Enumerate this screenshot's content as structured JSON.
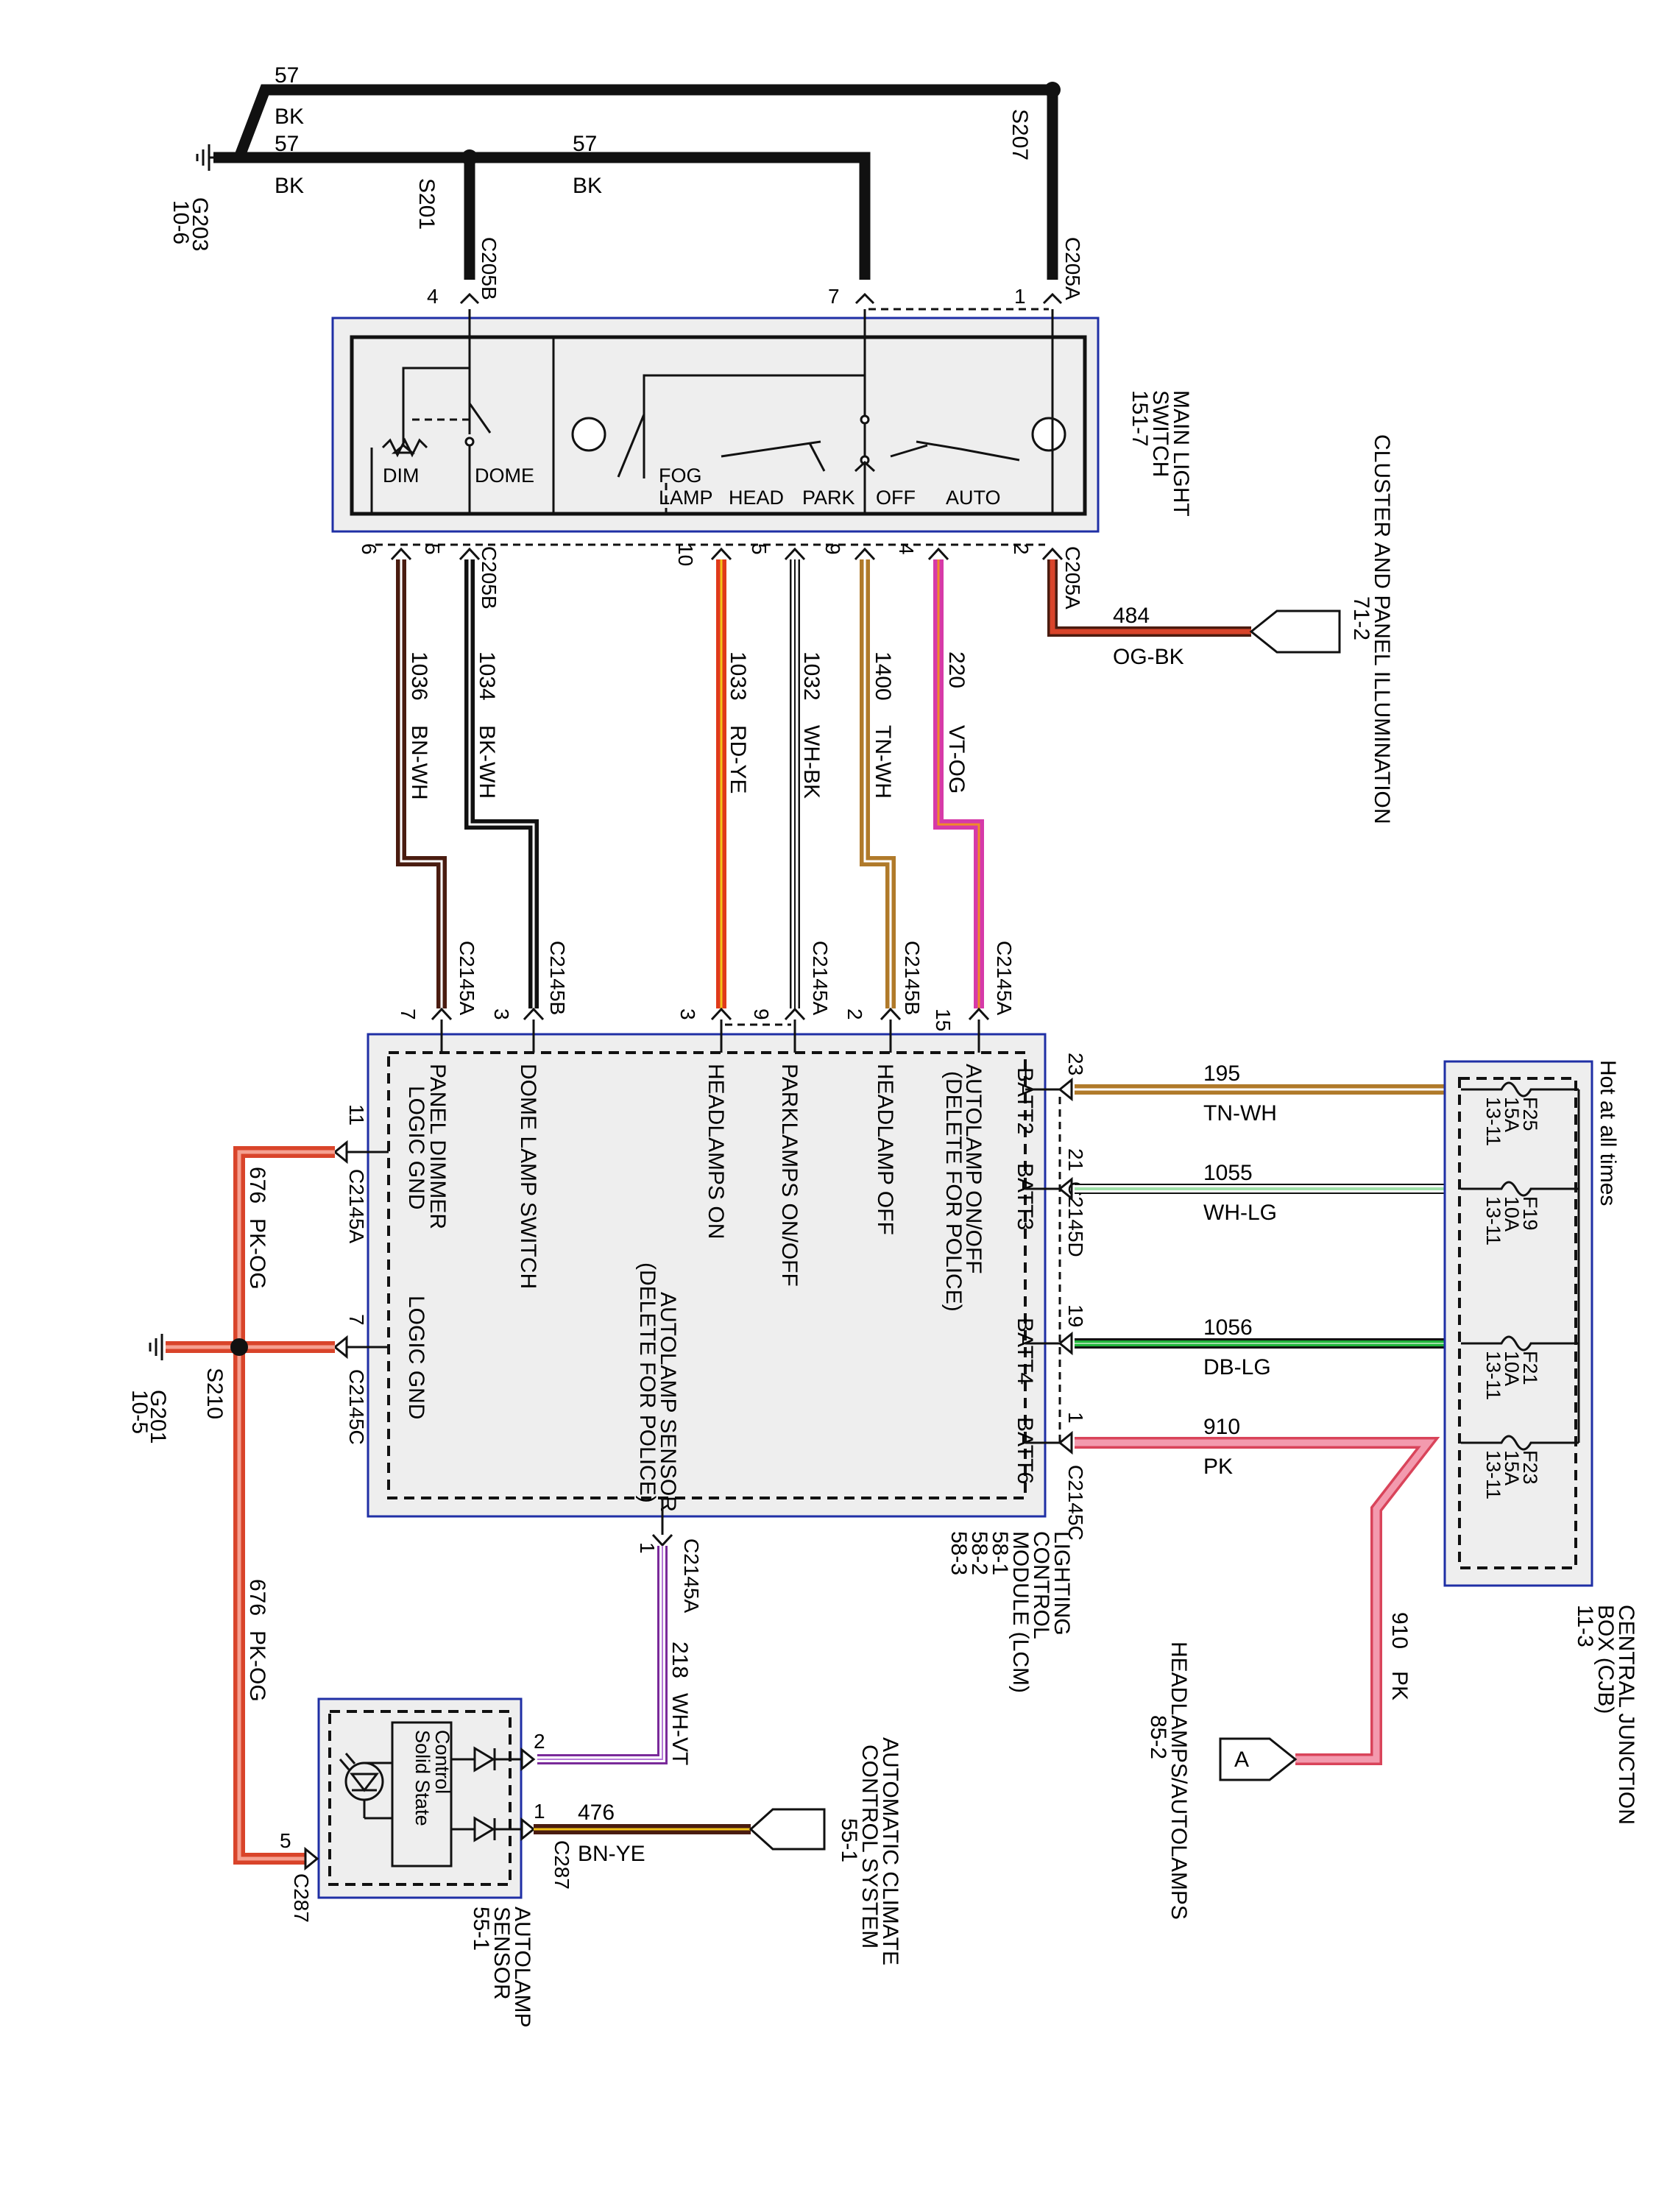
{
  "ground_wires": {
    "top_circuit": "57",
    "top_color": "BK",
    "lower_circuit": "57",
    "lower_color": "BK",
    "right_circuit": "57",
    "right_color": "BK",
    "ground_g203": "G203",
    "ground_g203_page": "10-6",
    "splice_s201": "S201",
    "splice_s207": "S207"
  },
  "main_light_switch": {
    "title": [
      "MAIN LIGHT",
      "SWITCH",
      "151-7"
    ],
    "positions": [
      "DIM",
      "DOME",
      "FOG",
      "LAMP",
      "HEAD",
      "PARK",
      "OFF",
      "AUTO"
    ],
    "top_connectors": {
      "left": "C205B",
      "right": "C205A"
    },
    "top_pins": [
      "4",
      "7",
      "1"
    ],
    "bottom_connectors": {
      "left": "C205B",
      "right": "C205A"
    },
    "bottom_pins": [
      "6",
      "5",
      "10",
      "5",
      "9",
      "4",
      "2"
    ]
  },
  "cluster": {
    "title": [
      "CLUSTER AND PANEL ILLUMINATION",
      "71-2"
    ],
    "circuit": "484",
    "color": "OG-BK"
  },
  "wires": [
    {
      "circuit": "1036",
      "color": "BN-WH"
    },
    {
      "circuit": "1034",
      "color": "BK-WH"
    },
    {
      "circuit": "1033",
      "color": "RD-YE"
    },
    {
      "circuit": "1032",
      "color": "WH-BK"
    },
    {
      "circuit": "1400",
      "color": "TN-WH"
    },
    {
      "circuit": "220",
      "color": "VT-OG"
    }
  ],
  "lcm_connectors": {
    "c2145a_left": "C2145A",
    "c2145b_left": "C2145B",
    "c2145a_mid": "C2145A",
    "c2145b_mid": "C2145B",
    "c2145a_right": "C2145A",
    "pins": [
      "7",
      "3",
      "3",
      "9",
      "2",
      "15"
    ]
  },
  "lcm": {
    "title": [
      "LIGHTING",
      "CONTROL",
      "MODULE (LCM)",
      "58-1",
      "58-2",
      "58-3"
    ],
    "inputs": [
      [
        "PANEL DIMMER",
        "LOGIC GND"
      ],
      [
        "DOME LAMP SWITCH"
      ],
      [
        "HEADLAMPS ON"
      ],
      [
        "PARKLAMPS ON/OFF"
      ],
      [
        "HEADLAMP OFF"
      ],
      [
        "AUTOLAMP ON/OFF",
        "(DELETE FOR POLICE)"
      ]
    ],
    "logic_gnd": "LOGIC GND",
    "sensor_label": [
      "AUTOLAMP SENSOR",
      "(DELETE FOR POLICE)"
    ],
    "batt": [
      "BATT2",
      "BATT3",
      "BATT4",
      "BATT6"
    ],
    "batt_pins": [
      "23",
      "21",
      "19",
      "1"
    ],
    "right_connector": "C2145D",
    "right_connector_bottom": "C2145C",
    "left_pin_11": "11",
    "left_conn_11": "C2145A",
    "left_pin_7": "7",
    "left_conn_7": "C2145C",
    "sensor_pin": "1",
    "sensor_conn": "C2145A"
  },
  "power_wires": [
    {
      "circuit": "195",
      "color": "TN-WH"
    },
    {
      "circuit": "1055",
      "color": "WH-LG"
    },
    {
      "circuit": "1056",
      "color": "DB-LG"
    },
    {
      "circuit": "910",
      "color": "PK"
    }
  ],
  "cjb": {
    "title": [
      "CENTRAL JUNCTION",
      "BOX (CJB)",
      "11-3"
    ],
    "hot": "Hot at all times",
    "fuses": [
      [
        "F25",
        "15A",
        "13-11"
      ],
      [
        "F19",
        "10A",
        "13-11"
      ],
      [
        "F21",
        "10A",
        "13-11"
      ],
      [
        "F23",
        "15A",
        "13-11"
      ]
    ]
  },
  "headlamps": {
    "circuit": "910",
    "color": "PK",
    "title": [
      "HEADLAMPS/AUTOLAMPS",
      "85-2"
    ],
    "marker": "A"
  },
  "ground_left": {
    "circuit_top": "676",
    "color_top": "PK-OG",
    "circuit_bottom": "676",
    "color_bottom": "PK-OG",
    "splice": "S210",
    "ground": "G201",
    "ground_page": "10-5"
  },
  "sensor_wire": {
    "circuit": "218",
    "color": "WH-VT"
  },
  "autolamp_sensor": {
    "title": [
      "AUTOLAMP",
      "SENSOR",
      "55-1"
    ],
    "inner": [
      "Control",
      "Solid State"
    ],
    "connector_left": "C287",
    "pin_left": "5",
    "connector_right": "C287",
    "pins_right": [
      "2",
      "1"
    ]
  },
  "climate": {
    "title": [
      "AUTOMATIC CLIMATE",
      "CONTROL SYSTEM",
      "55-1"
    ],
    "circuit": "476",
    "color": "BN-YE"
  },
  "colors": {
    "box_outline": "#1f2fa5",
    "og": "#d9442a",
    "tan": "#b07a2a",
    "brown": "#4a1c10",
    "pink": "#e8708a",
    "violet": "#d63aa8",
    "green": "#1fb43a",
    "lightgreen": "#9fe0a9"
  }
}
